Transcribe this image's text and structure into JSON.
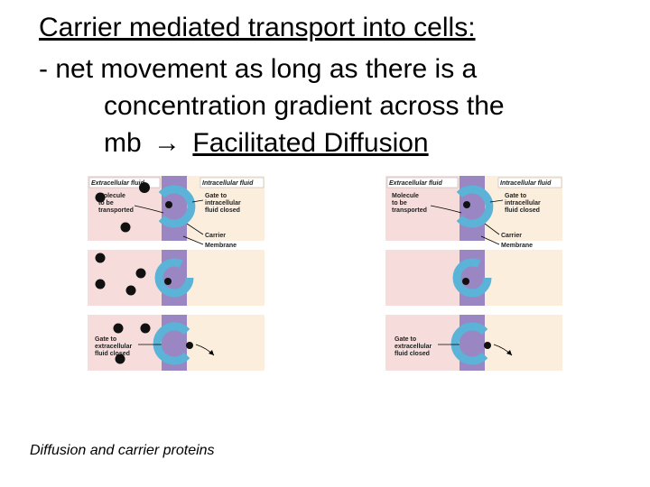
{
  "slide": {
    "title": "Carrier mediated transport into cells:",
    "line1": "- net movement as long as there is a",
    "line2": "concentration gradient across the",
    "line3_prefix": "mb",
    "arrow": "→",
    "line3_link": "Facilitated Diffusion",
    "caption": "Diffusion and carrier proteins"
  },
  "diagram_labels": {
    "extracellular_fluid": "Extracellular fluid",
    "intracellular_fluid": "Intracellular fluid",
    "molecule_line1": "Molecule",
    "molecule_line2": "to be",
    "molecule_line3": "transported",
    "gate_intra_line1": "Gate to",
    "gate_intra_line2": "intracellular",
    "gate_intra_line3": "fluid closed",
    "carrier": "Carrier",
    "membrane": "Membrane",
    "gate_extra_line1": "Gate to",
    "gate_extra_line2": "extracellular",
    "gate_extra_line3": "fluid closed"
  },
  "colors": {
    "extracellular_bg": "#f6dddb",
    "intracellular_bg": "#fbeedd",
    "membrane": "#9a86c2",
    "carrier": "#5bb3d8",
    "molecule": "#111111"
  }
}
